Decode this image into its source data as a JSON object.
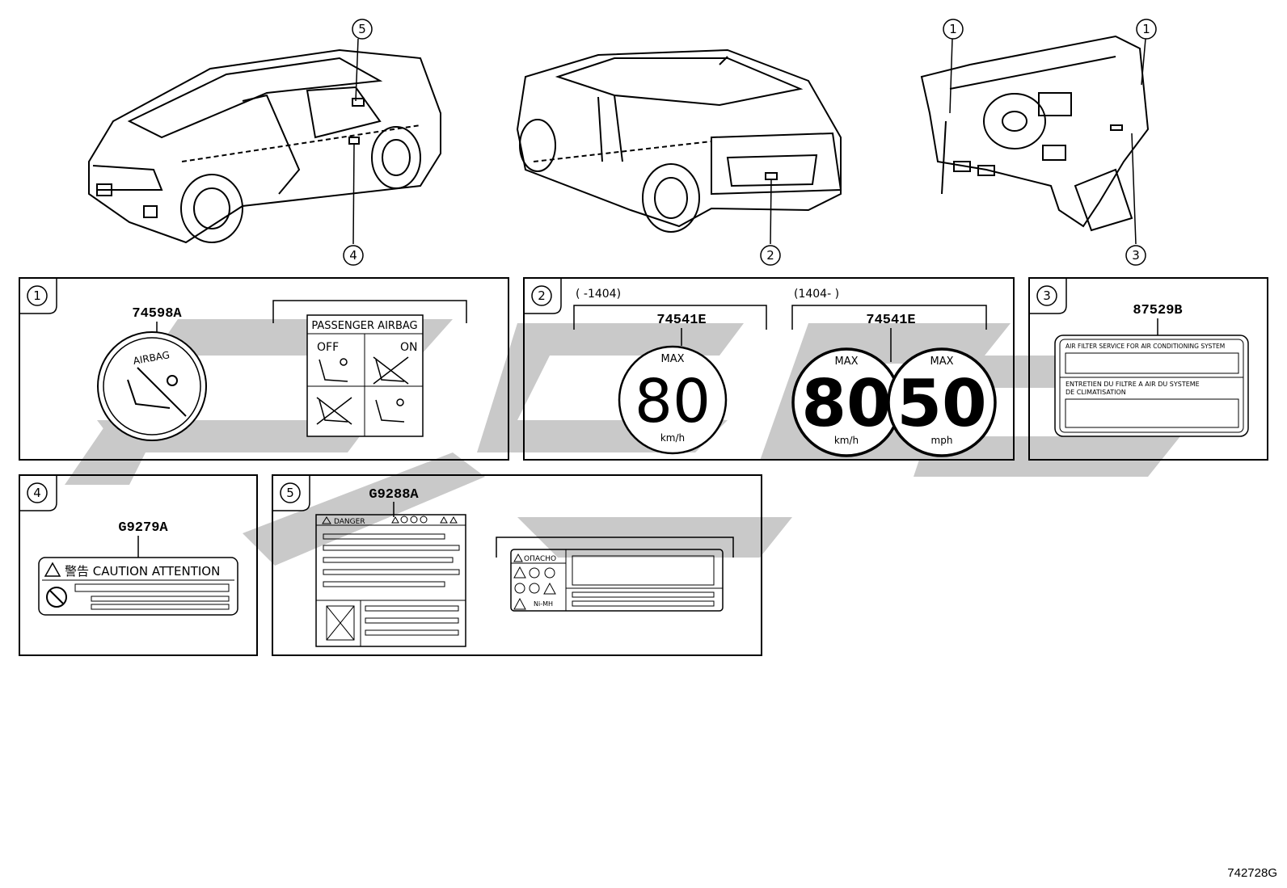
{
  "callouts": [
    "1",
    "2",
    "3",
    "4",
    "5"
  ],
  "panel1": {
    "part": "74598A",
    "airbag_label": "AIRBAG",
    "passenger_label": "PASSENGER  AIRBAG",
    "off_label": "OFF",
    "on_label": "ON"
  },
  "panel2": {
    "range_before": "(        -1404)",
    "range_after": "(1404-        )",
    "part_a": "74541E",
    "part_b": "74541E",
    "max": "MAX",
    "sign_a_value": "80",
    "sign_a_unit": "km/h",
    "sign_b_value": "80",
    "sign_b_unit": "km/h",
    "sign_c_value": "50",
    "sign_c_unit": "mph"
  },
  "panel3": {
    "part": "87529B",
    "line1": "AIR FILTER SERVICE FOR AIR CONDITIONING SYSTEM",
    "line2": "ENTRETIEN DU FILTRE A AIR DU SYSTEME",
    "line3": "DE CLIMATISATION"
  },
  "panel4": {
    "part": "G9279A",
    "caution": "警告 CAUTION ATTENTION"
  },
  "panel5": {
    "part": "G9288A",
    "danger": "DANGER",
    "opasno": "ОПАСНО",
    "nimh": "Ni-MH"
  },
  "figure_code": "742728G"
}
